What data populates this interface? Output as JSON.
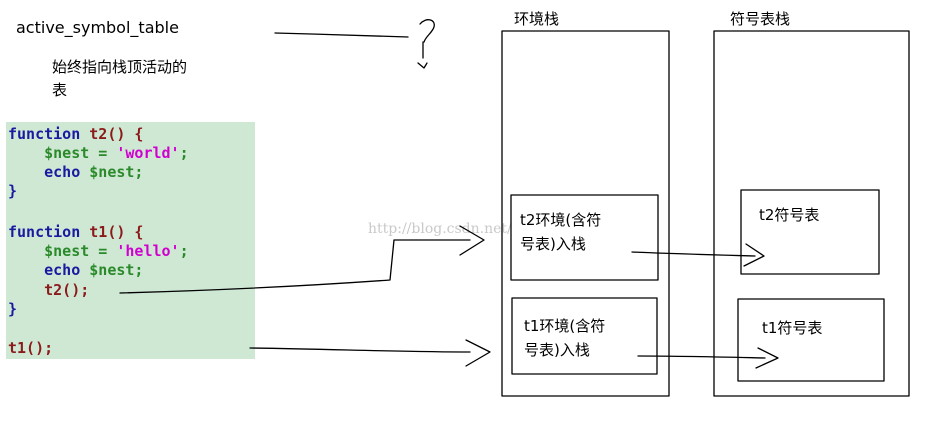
{
  "annotations": {
    "pointer_name": "active_symbol_table",
    "pointer_desc_line1": "始终指向栈顶活动的",
    "pointer_desc_line2": "表"
  },
  "code": {
    "t2_decl": "function t2() {",
    "t2_body1": "    $nest = 'world';",
    "t2_body2": "    echo $nest;",
    "t2_close": "}",
    "t1_decl": "function t1() {",
    "t1_body1": "    $nest = 'hello';",
    "t1_body2": "    echo $nest;",
    "t1_body3": "    t2();",
    "t1_close": "}",
    "t1_call": "t1();"
  },
  "env_stack": {
    "title": "环境栈",
    "top_item_line1": "t2环境(含符",
    "top_item_line2": "号表)入栈",
    "bottom_item_line1": "t1环境(含符",
    "bottom_item_line2": "号表)入栈"
  },
  "symbol_stack": {
    "title": "符号表栈",
    "top_item": "t2符号表",
    "bottom_item": "t1符号表"
  },
  "watermark": "http://blog.csdn.net/"
}
